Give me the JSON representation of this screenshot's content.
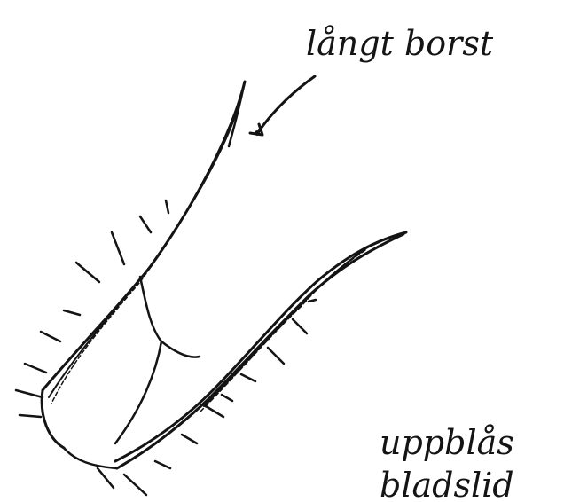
{
  "labels": {
    "top_label": "långt borst",
    "bottom_label_line1": "uppblås",
    "bottom_label_line2": "bladslid"
  },
  "colors": {
    "ink": "#141414",
    "background": "#ffffff"
  }
}
